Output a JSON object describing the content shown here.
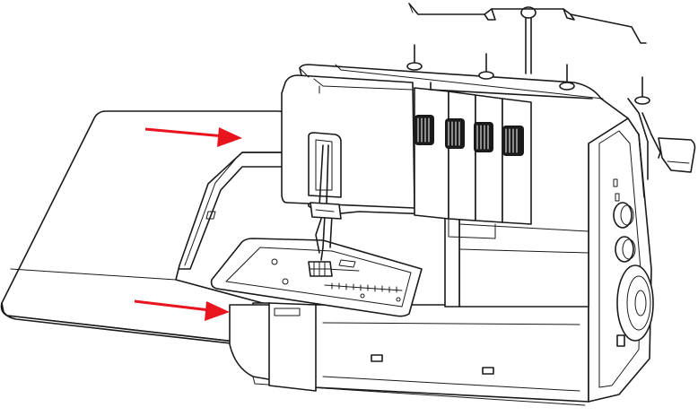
{
  "diagram": {
    "subject": "overlock-serger-with-extension-table",
    "colors": {
      "line": "#1a1a1a",
      "background": "#ffffff",
      "arrow": "#e8141e"
    },
    "arrows": [
      {
        "id": "upper",
        "direction": "right"
      },
      {
        "id": "lower",
        "direction": "right"
      }
    ]
  }
}
